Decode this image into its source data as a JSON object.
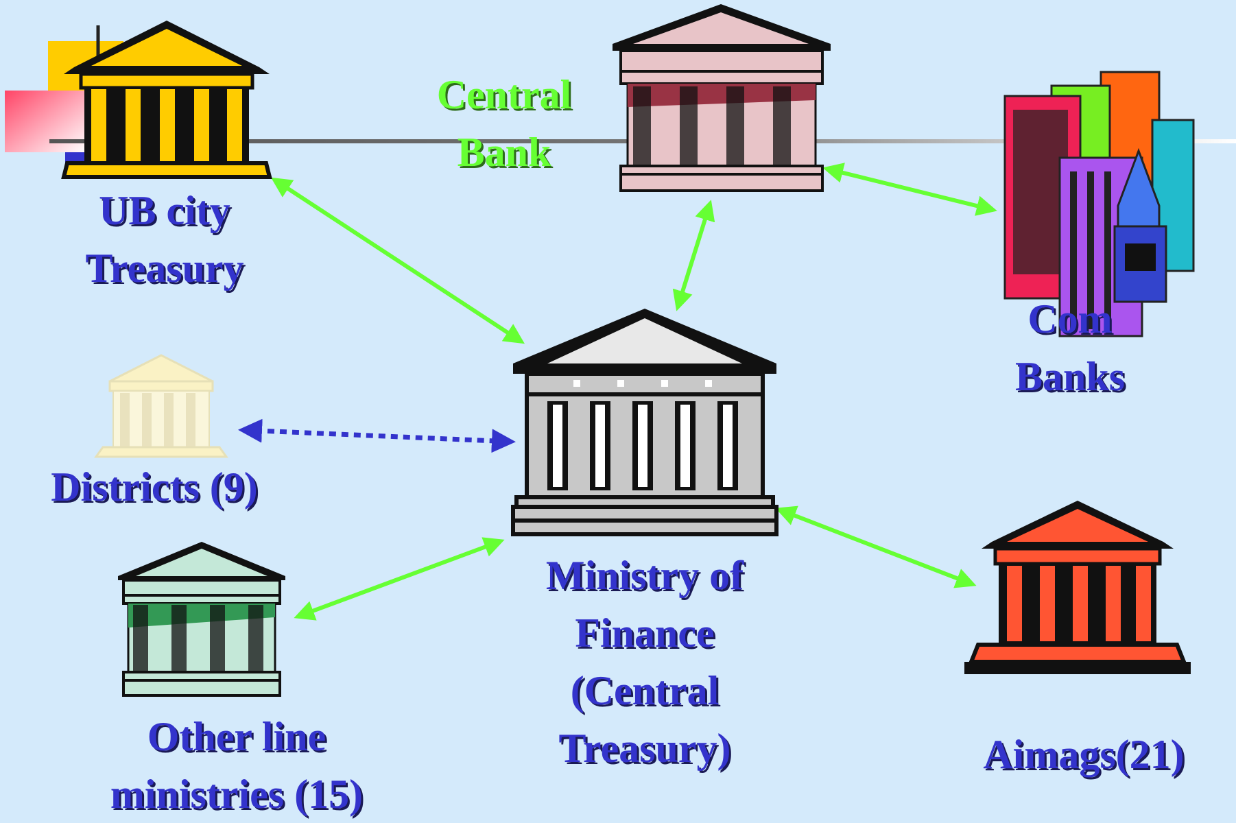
{
  "nodes": {
    "central_bank": {
      "line1": "Central",
      "line2": "Bank"
    },
    "ub_city": {
      "line1": "UB city",
      "line2": "Treasury"
    },
    "com_banks": {
      "line1": "Com",
      "line2": "Banks"
    },
    "districts": {
      "line1": "Districts (9)"
    },
    "mof": {
      "line1": "Ministry of",
      "line2": "Finance",
      "line3": "(Central",
      "line4": "Treasury)"
    },
    "other_ministries": {
      "line1": "Other line",
      "line2": "ministries (15)"
    },
    "aimags": {
      "line1": "Aimags(21)"
    }
  },
  "colors": {
    "background": "#d4eafb",
    "label_blue": "#3333cc",
    "label_green": "#66ff33",
    "arrow_green": "#66ff33",
    "arrow_blue_dotted": "#3333cc",
    "ub_building": "#ffcc00",
    "central_bank_building": "#e8c4c8",
    "mof_building": "#c8c8c8",
    "ministries_building": "#c4e8d8",
    "aimags_building": "#ff5533",
    "districts_building": "#fff8d0"
  },
  "icons": [
    "bank-building-icon",
    "city-skyline-icon"
  ]
}
